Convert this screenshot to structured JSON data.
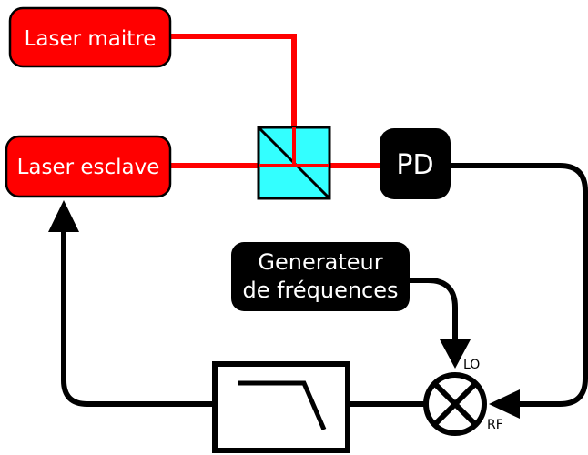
{
  "diagram": {
    "laser_master": {
      "label": "Laser maitre"
    },
    "laser_slave": {
      "label": "Laser esclave"
    },
    "photodiode": {
      "label": "PD"
    },
    "generator": {
      "line1": "Generateur",
      "line2": "de fréquences"
    },
    "mixer": {
      "lo_label": "LO",
      "rf_label": "RF"
    }
  },
  "colors": {
    "laser_box": "#ff0000",
    "laser_beam": "#ff0000",
    "beamsplitter": "#33ffff",
    "dark_box": "#000000",
    "wire": "#000000"
  }
}
